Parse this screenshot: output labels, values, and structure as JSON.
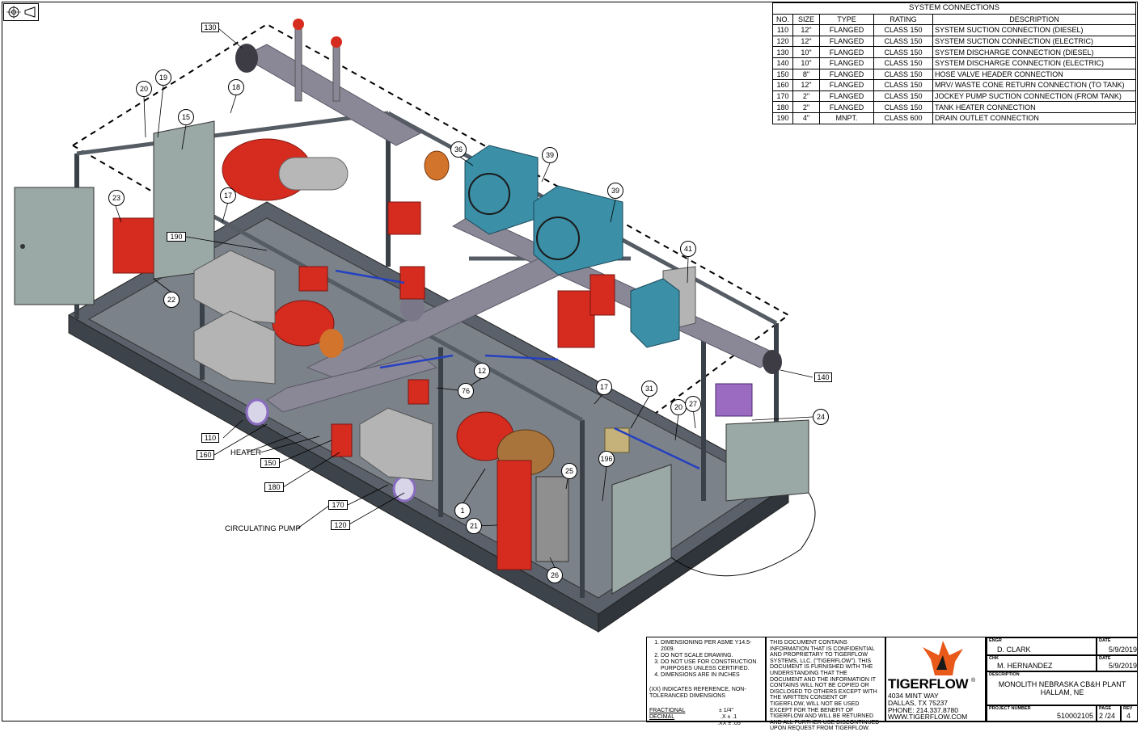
{
  "connections": {
    "title": "SYSTEM CONNECTIONS",
    "headers": [
      "NO.",
      "SIZE",
      "TYPE",
      "RATING",
      "DESCRIPTION"
    ],
    "rows": [
      [
        "110",
        "12\"",
        "FLANGED",
        "CLASS 150",
        "SYSTEM SUCTION CONNECTION (DIESEL)"
      ],
      [
        "120",
        "12\"",
        "FLANGED",
        "CLASS 150",
        "SYSTEM SUCTION CONNECTION (ELECTRIC)"
      ],
      [
        "130",
        "10\"",
        "FLANGED",
        "CLASS 150",
        "SYSTEM DISCHARGE CONNECTION (DIESEL)"
      ],
      [
        "140",
        "10\"",
        "FLANGED",
        "CLASS 150",
        "SYSTEM DISCHARGE CONNECTION (ELECTRIC)"
      ],
      [
        "150",
        "8\"",
        "FLANGED",
        "CLASS 150",
        "HOSE VALVE HEADER CONNECTION"
      ],
      [
        "160",
        "12\"",
        "FLANGED",
        "CLASS 150",
        "MRV/ WASTE CONE RETURN CONNECTION (TO TANK)"
      ],
      [
        "170",
        "2\"",
        "FLANGED",
        "CLASS 150",
        "JOCKEY PUMP SUCTION CONNECTION (FROM TANK)"
      ],
      [
        "180",
        "2\"",
        "FLANGED",
        "CLASS 150",
        "TANK HEATER CONNECTION"
      ],
      [
        "190",
        "4\"",
        "MNPT.",
        "CLASS 600",
        "DRAIN OUTLET CONNECTION"
      ]
    ]
  },
  "balloons": [
    "130",
    "20",
    "19",
    "18",
    "15",
    "23",
    "17",
    "190",
    "22",
    "36",
    "39",
    "39",
    "41",
    "12",
    "76",
    "17",
    "31",
    "20",
    "27",
    "24",
    "196",
    "25",
    "1",
    "21",
    "26"
  ],
  "tags": [
    "130",
    "190",
    "110",
    "160",
    "150",
    "180",
    "170",
    "120",
    "140"
  ],
  "labels": {
    "heater": "HEATER",
    "circulating_pump": "CIRCULATING PUMP"
  },
  "notes": {
    "items": [
      "DIMENSIONING PER ASME Y14.5-2009.",
      "DO NOT SCALE DRAWING.",
      "DO NOT USE FOR CONSTRUCTION PURPOSES UNLESS CERTIFIED.",
      "DIMENSIONS ARE IN INCHES"
    ],
    "reference": "(XX) INDICATES REFERENCE, NON-TOLERANCED DIMENSIONS",
    "fractional": "FRACTIONAL",
    "fractional_tol": "± 1/4\"",
    "decimal": "DECIMAL",
    "decimal_tol1": ".X ± .1",
    "decimal_tol2": ".XX ± .05"
  },
  "disclaimer": "THIS DOCUMENT CONTAINS INFORMATION THAT IS CONFIDENTIAL AND PROPRIETARY TO TIGERFLOW SYSTEMS, LLC. (\"TIGERFLOW\"). THIS DOCUMENT IS FURNISHED WITH THE UNDERSTANDING THAT THE DOCUMENT AND THE INFORMATION IT CONTAINS WILL NOT BE COPIED OR DISCLOSED TO OTHERS EXCEPT WITH THE WRITTEN CONSENT OF TIGERFLOW, WILL NOT BE USED EXCEPT FOR THE BENEFIT OF TIGERFLOW AND WILL BE RETURNED AND ALL FURTHER USE DISCONTINUED UPON REQUEST FROM TIGERFLOW.",
  "company": {
    "name": "TIGERFLOW",
    "address1": "4034 MINT WAY",
    "address2": "DALLAS, TX 75237",
    "phone": "PHONE: 214.337.8780",
    "web": "WWW.TIGERFLOW.COM",
    "brand_color": "#e8591a"
  },
  "titleblock": {
    "engr_label": "ENGR",
    "engr": "D. CLARK",
    "date_label": "DATE",
    "engr_date": "5/9/2019",
    "chk_label": "CHK",
    "chk": "M. HERNANDEZ",
    "chk_date": "5/9/2019",
    "desc_label": "DESCRIPTION",
    "desc1": "MONOLITH NEBRASKA CB&H PLANT",
    "desc2": "HALLAM, NE",
    "proj_label": "PROJECT NUMBER",
    "project": "510002105",
    "page_label": "PAGE",
    "page": "2 /24",
    "rev_label": "REV",
    "rev": "4"
  },
  "colors": {
    "pipe": "#8a8896",
    "frame": "#4a5058",
    "pump_red": "#d62b1f",
    "panel": "#9aa8a6",
    "radiator": "#3b8fa6",
    "brass": "#a8743c",
    "purple": "#9a6bc0"
  }
}
